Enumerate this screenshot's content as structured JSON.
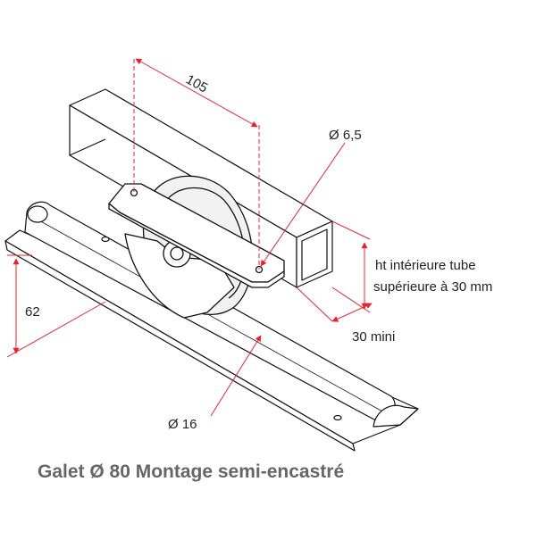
{
  "dimensions": {
    "spacing": "105",
    "hole_diameter": "Ø 6,5",
    "height": "62",
    "tube_height_line1": "ht intérieure tube",
    "tube_height_line2": "supérieure à 30 mm",
    "minimum_width": "30 mini",
    "rail_diameter": "Ø 16"
  },
  "caption": "Galet Ø 80  Montage semi-encastré",
  "colors": {
    "outline": "#111111",
    "dimension_line": "#e0262f",
    "body_fill": "#ffffff",
    "wheel_fill": "#f2f2f2",
    "caption": "#666666"
  }
}
